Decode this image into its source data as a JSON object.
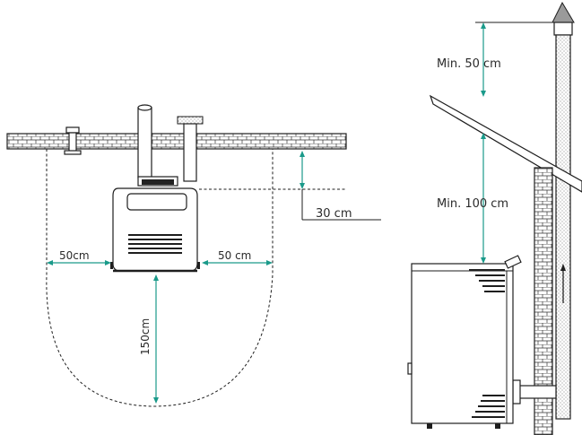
{
  "labels": {
    "left_clearance": "50cm",
    "right_clearance": "50 cm",
    "top_clearance": "30 cm",
    "front_clearance": "150cm",
    "roof_min": "Min. 50 cm",
    "ceiling_min": "Min. 100 cm"
  },
  "colors": {
    "dimension": "#1a9a8a",
    "ink": "#1e1e1e"
  }
}
